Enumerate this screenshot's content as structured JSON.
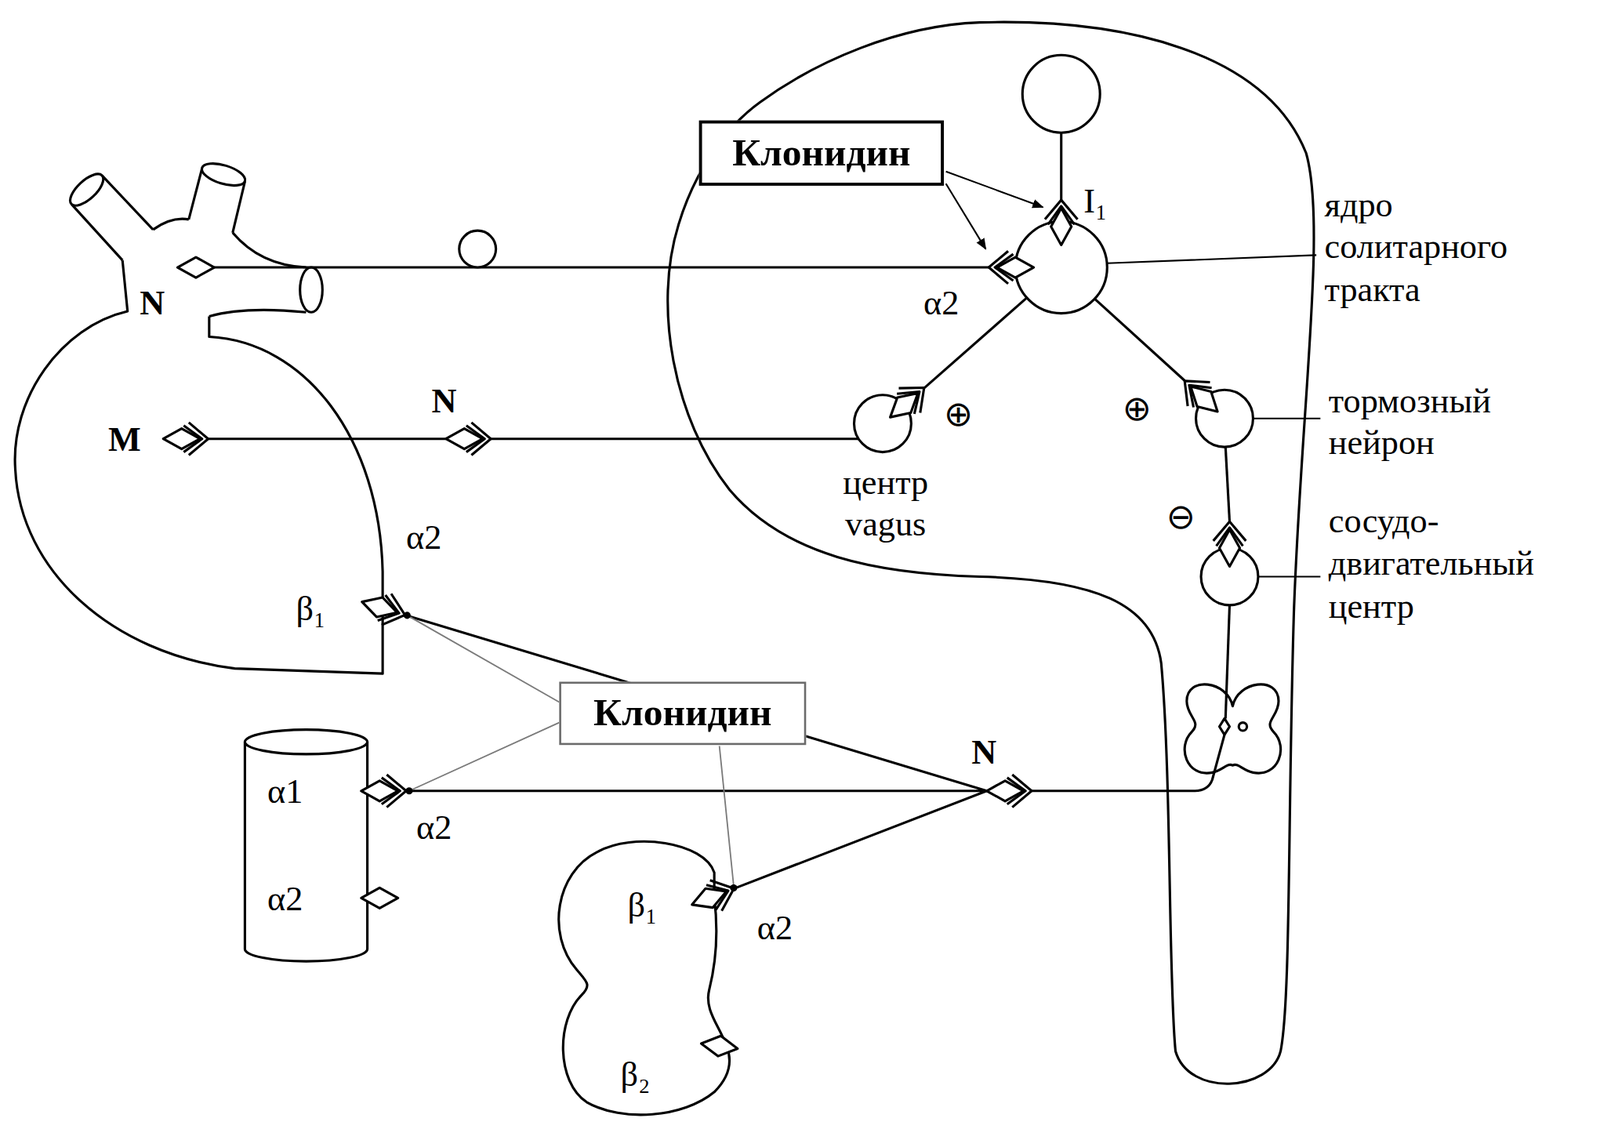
{
  "diagram": {
    "nodes": [
      {
        "text": [
          "Клонидин"
        ]
      },
      {
        "text": [
          "Клонидин"
        ]
      }
    ],
    "labels": [
      "I₁",
      "ядро солитарного тракта",
      "N",
      "α2",
      "M",
      "N",
      "⊕",
      "⊕",
      "тормозный нейрон",
      "центр vagus",
      "⊖",
      "сосудо- двигательный центр",
      "α2",
      "β₁",
      "N",
      "α1",
      "α2",
      "α2",
      "β₁",
      "α2",
      "β₂"
    ]
  }
}
